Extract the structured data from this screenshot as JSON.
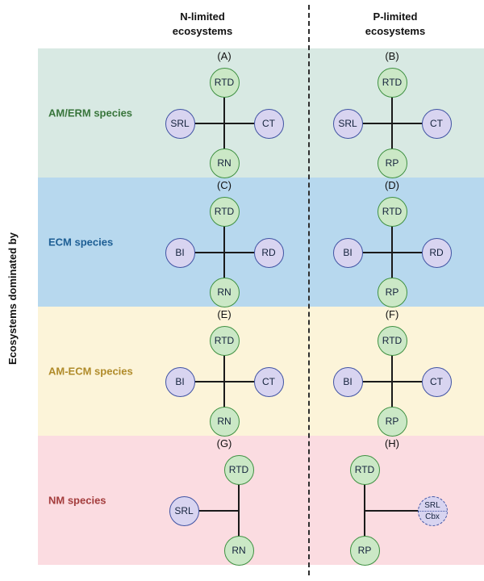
{
  "headers": [
    "N-limited\necosystems",
    "P-limited\necosystems"
  ],
  "side_label": "Ecosystems dominated by",
  "colors": {
    "green_node_fill": "#cbe8c6",
    "green_node_border": "#3f9142",
    "purple_node_fill": "#d8d4f0",
    "purple_node_border": "#4053a3",
    "row_backgrounds": [
      "#d8e9e3",
      "#b7d8ee",
      "#fcf4d9",
      "#fbdce1"
    ],
    "row_label_colors": [
      "#38753b",
      "#1d5e94",
      "#b08b2a",
      "#a33c3c"
    ],
    "connector_line_color": "#1a1a1a",
    "divider_style": "dashed"
  },
  "rows": [
    {
      "label": "AM/ERM species",
      "panels": [
        {
          "id": "(A)",
          "nodes": {
            "top": "RTD",
            "left": "SRL",
            "right": "CT",
            "bottom": "RN"
          }
        },
        {
          "id": "(B)",
          "nodes": {
            "top": "RTD",
            "left": "SRL",
            "right": "CT",
            "bottom": "RP"
          }
        }
      ]
    },
    {
      "label": "ECM species",
      "panels": [
        {
          "id": "(C)",
          "nodes": {
            "top": "RTD",
            "left": "BI",
            "right": "RD",
            "bottom": "RN"
          }
        },
        {
          "id": "(D)",
          "nodes": {
            "top": "RTD",
            "left": "BI",
            "right": "RD",
            "bottom": "RP"
          }
        }
      ]
    },
    {
      "label": "AM-ECM species",
      "panels": [
        {
          "id": "(E)",
          "nodes": {
            "top": "RTD",
            "left": "BI",
            "right": "CT",
            "bottom": "RN"
          }
        },
        {
          "id": "(F)",
          "nodes": {
            "top": "RTD",
            "left": "BI",
            "right": "CT",
            "bottom": "RP"
          }
        }
      ]
    },
    {
      "label": "NM species",
      "panels": [
        {
          "id": "(G)",
          "nodes": {
            "top": "RTD",
            "left": "SRL",
            "bottom": "RN"
          }
        },
        {
          "id": "(H)",
          "nodes": {
            "top": "RTD",
            "right_top": "SRL",
            "right_bottom": "Cbx",
            "bottom": "RP"
          }
        }
      ]
    }
  ]
}
